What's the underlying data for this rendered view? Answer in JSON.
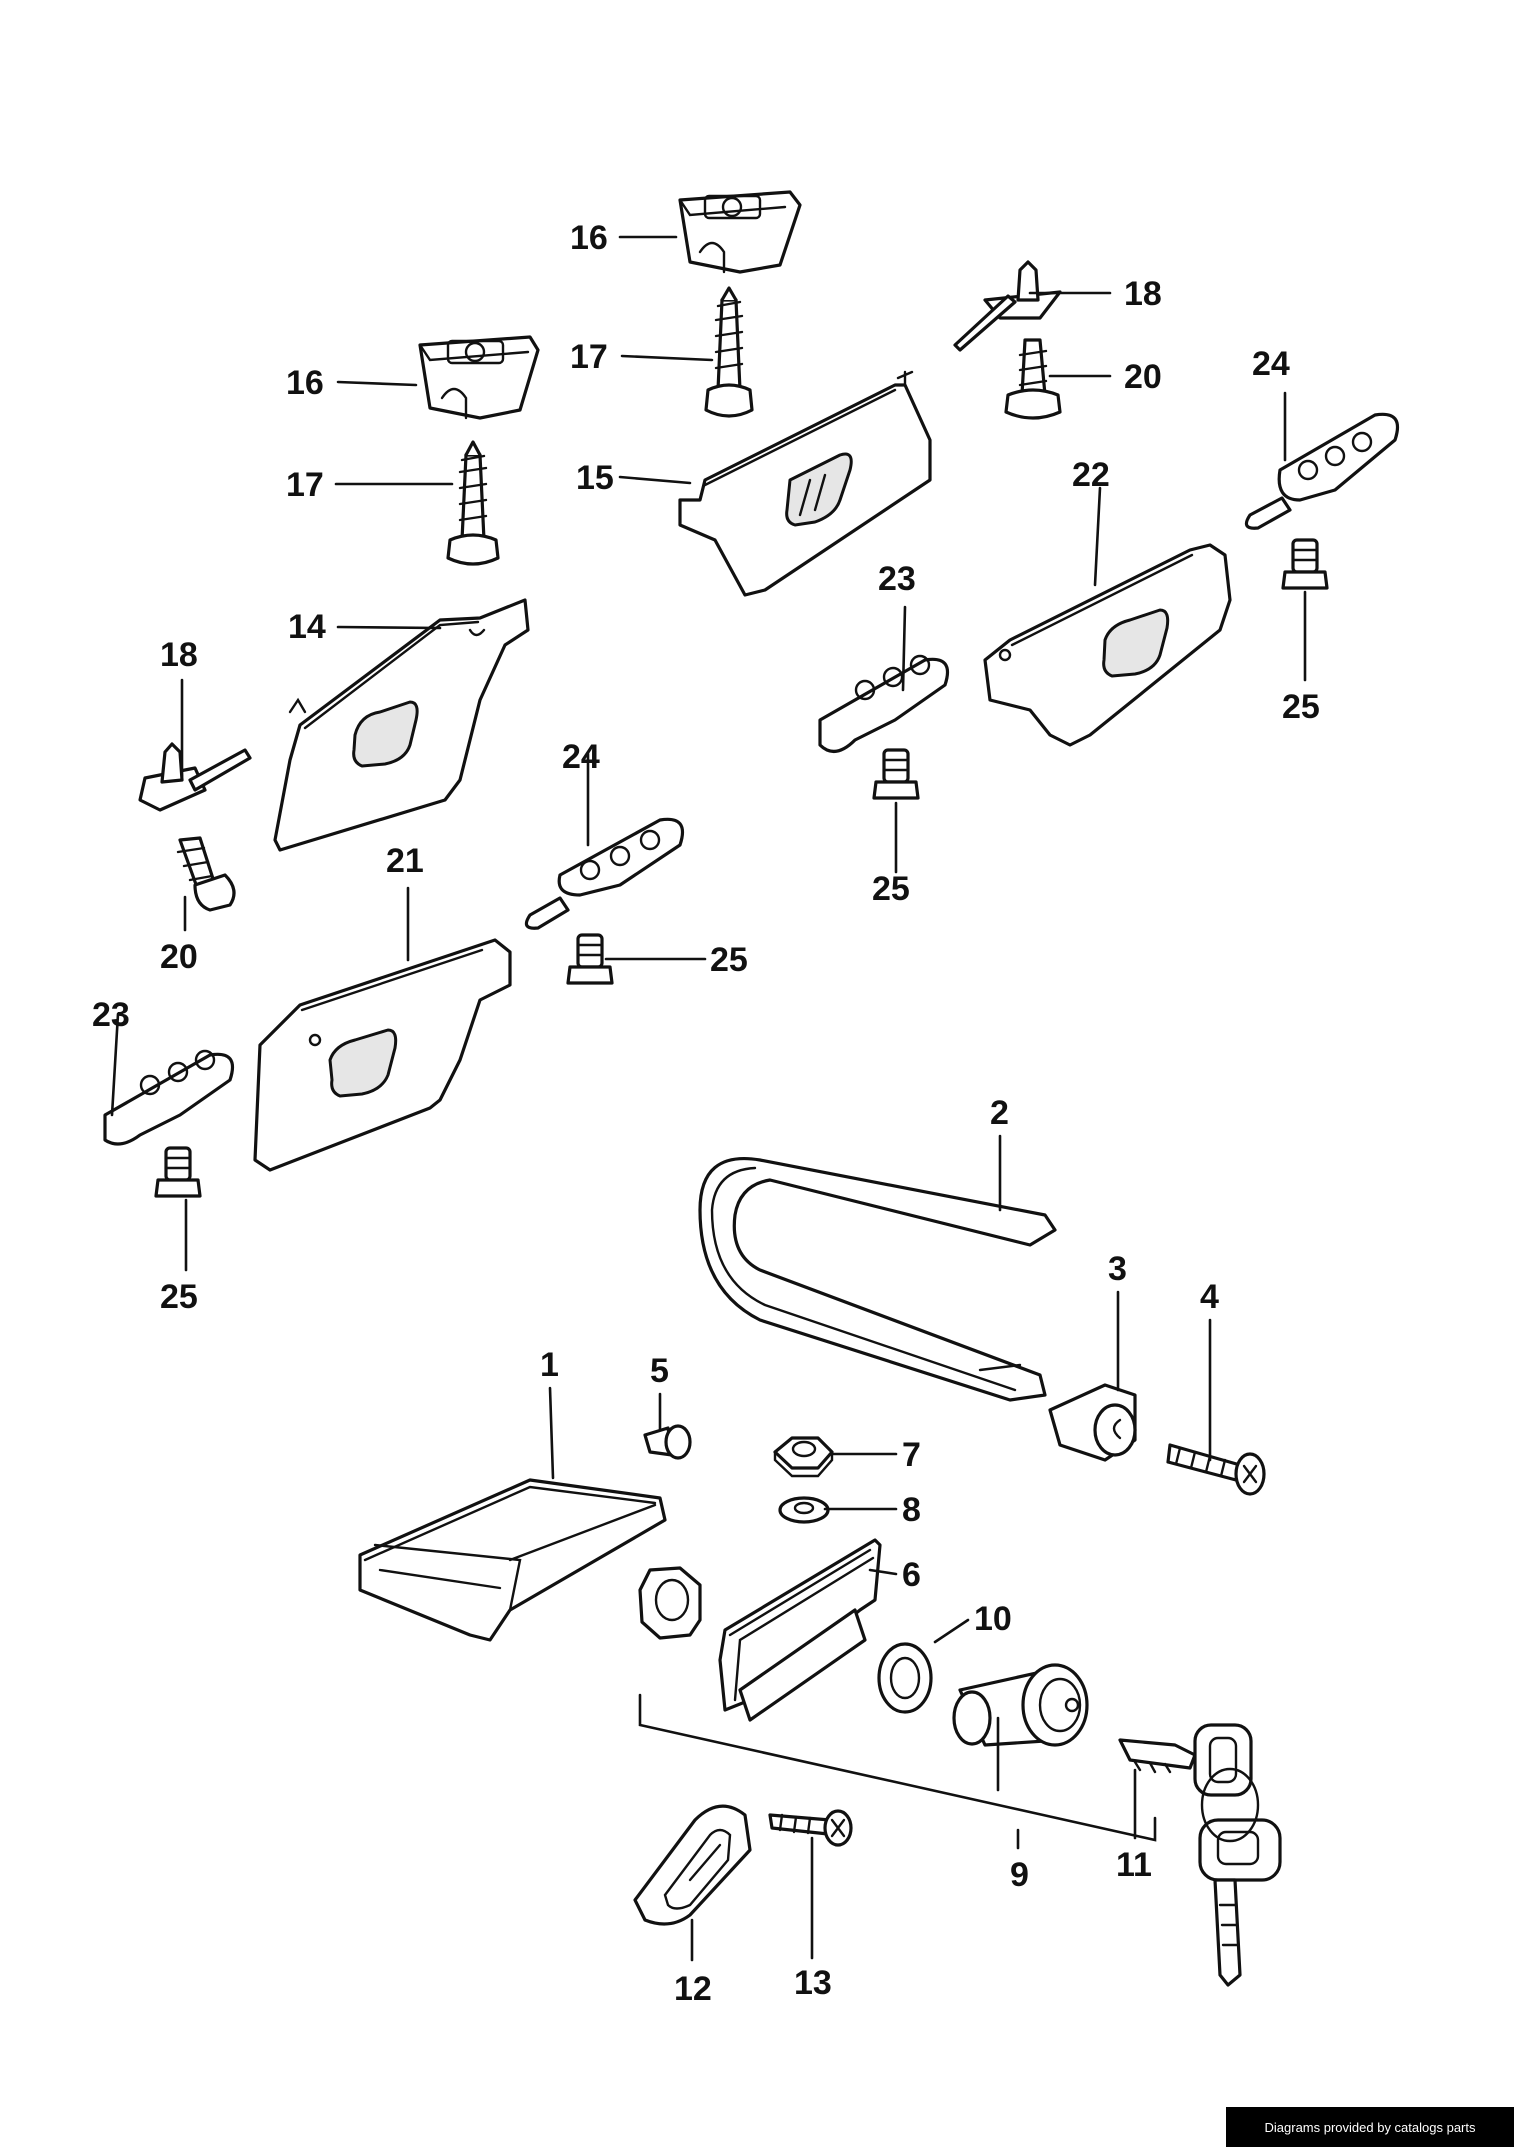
{
  "callouts": {
    "c1": "1",
    "c2": "2",
    "c3": "3",
    "c4": "4",
    "c5": "5",
    "c6": "6",
    "c7": "7",
    "c8": "8",
    "c9": "9",
    "c10": "10",
    "c11": "11",
    "c12": "12",
    "c13": "13",
    "c14": "14",
    "c15": "15",
    "c16a": "16",
    "c16b": "16",
    "c17a": "17",
    "c17b": "17",
    "c18a": "18",
    "c18b": "18",
    "c20a": "20",
    "c20b": "20",
    "c21": "21",
    "c22": "22",
    "c23a": "23",
    "c23b": "23",
    "c24a": "24",
    "c24b": "24",
    "c25a": "25",
    "c25b": "25",
    "c25c": "25",
    "c25d": "25"
  },
  "footer": {
    "credit": "Diagrams provided by catalogs parts"
  }
}
